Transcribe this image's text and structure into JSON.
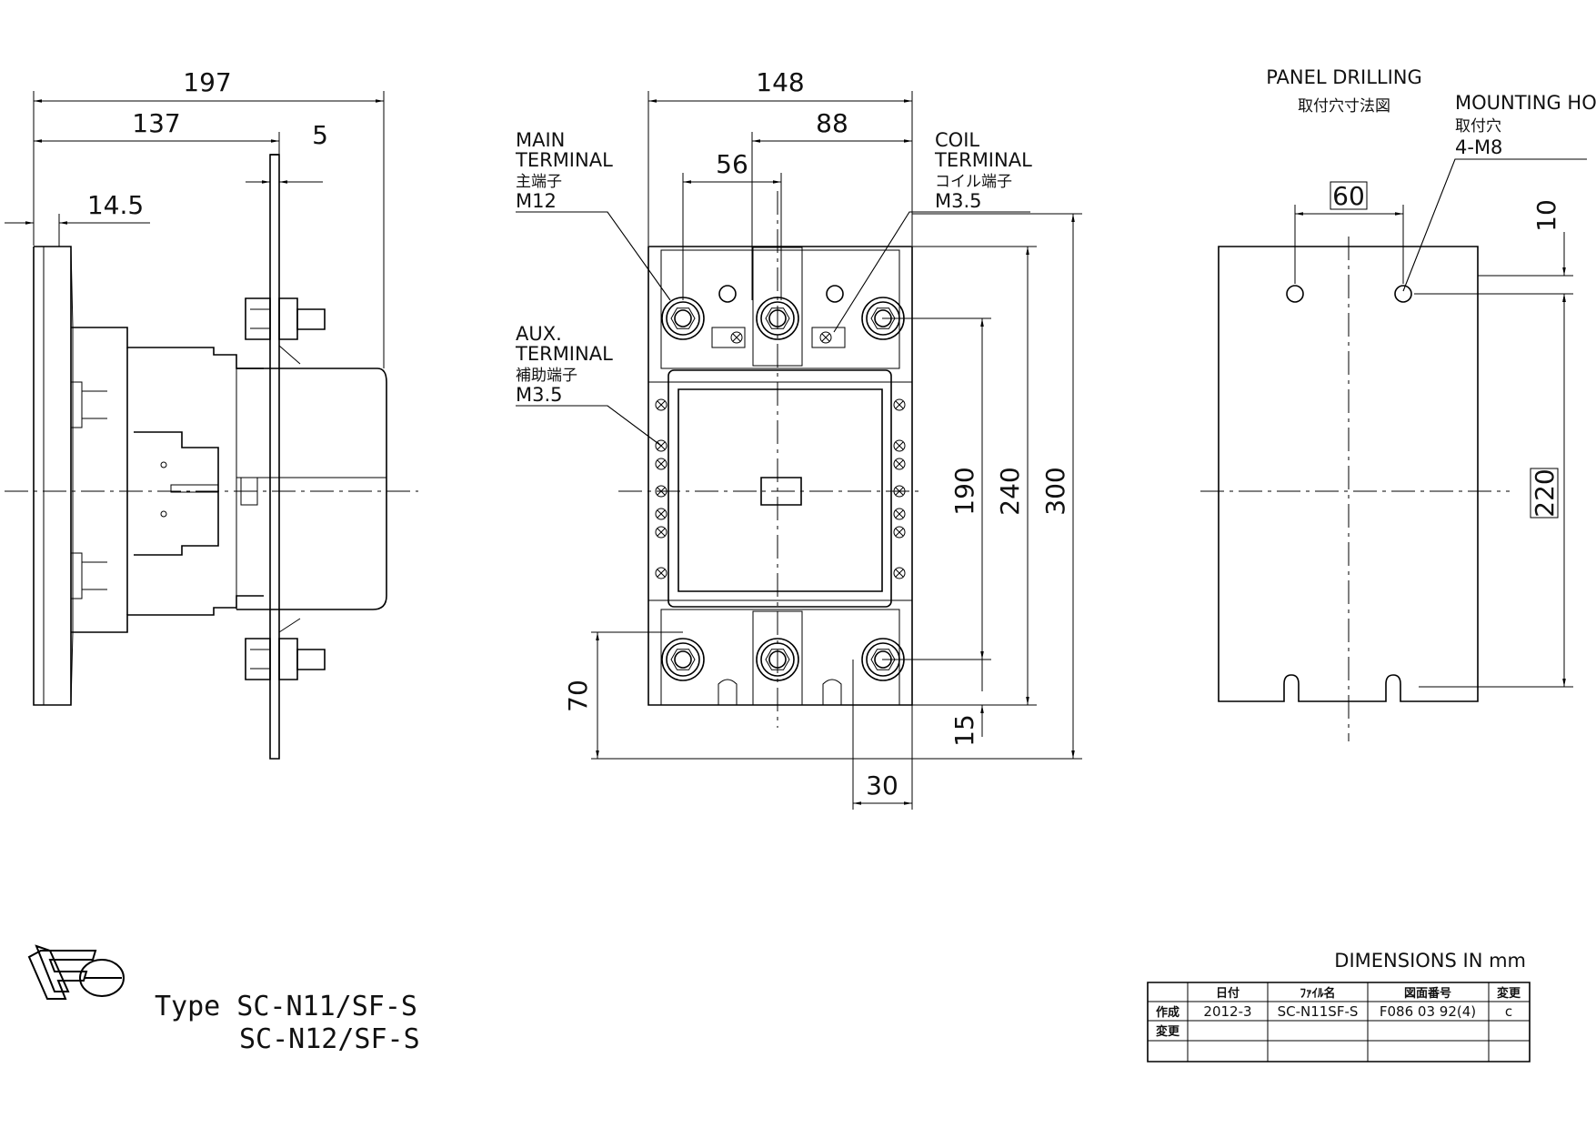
{
  "dims": {
    "side_total": "197",
    "side_mid": "137",
    "side_plate": "5",
    "side_base": "14.5",
    "front_width": "148",
    "front_88": "88",
    "front_56": "56",
    "front_190": "190",
    "front_240": "240",
    "front_300": "300",
    "front_70": "70",
    "front_15": "15",
    "front_30": "30",
    "panel_60": "60",
    "panel_10": "10",
    "panel_220": "220"
  },
  "labels": {
    "main_terminal": [
      "MAIN",
      "TERMINAL",
      "主端子",
      "M12"
    ],
    "coil_terminal": [
      "COIL",
      "TERMINAL",
      "コイル端子",
      "M3.5"
    ],
    "aux_terminal": [
      "AUX.",
      "TERMINAL",
      "補助端子",
      "M3.5"
    ],
    "panel_drilling": "PANEL DRILLING",
    "panel_drilling_jp": "取付穴寸法図",
    "mounting_hole": "MOUNTING HOLE",
    "mounting_hole_jp": "取付穴",
    "mounting_hole_spec": "4-M8"
  },
  "product": {
    "logo": "Fe",
    "type_line1": "Type SC-N11/SF-S",
    "type_line2": "SC-N12/SF-S",
    "units": "DIMENSIONS IN mm"
  },
  "title_block": {
    "headers": [
      "日付",
      "ﾌｧｲﾙ名",
      "図面番号",
      "変更"
    ],
    "row_labels": [
      "作成",
      "変更",
      ""
    ],
    "row1": [
      "2012-3",
      "SC-N11SF-S",
      "F086 03 92(4)",
      "c"
    ]
  }
}
